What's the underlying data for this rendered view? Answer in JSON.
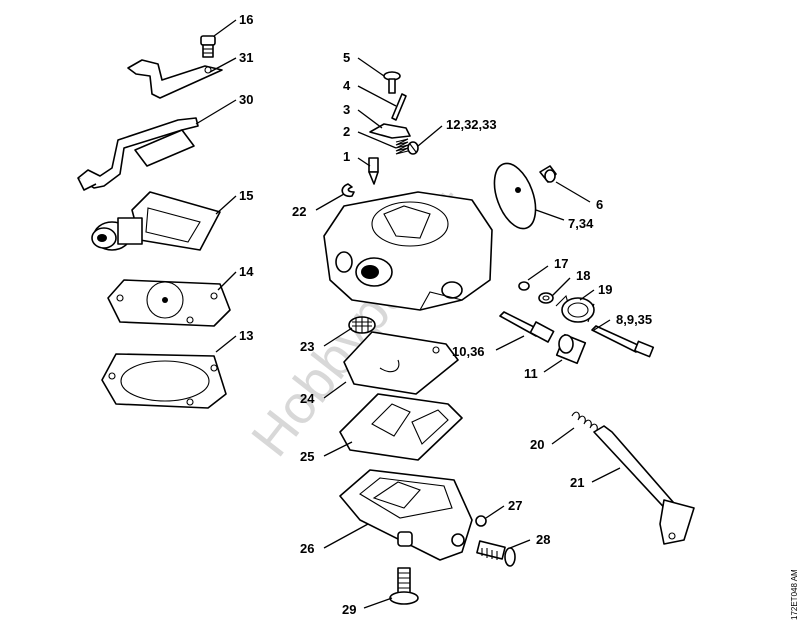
{
  "watermark": "Hobbyparts.it",
  "drawing_code": "172ET048 AM",
  "labels": {
    "p16": "16",
    "p31": "31",
    "p30": "30",
    "p15": "15",
    "p14": "14",
    "p13": "13",
    "p5": "5",
    "p4": "4",
    "p3": "3",
    "p2": "2",
    "p1": "1",
    "p12": "12,32,33",
    "p22": "22",
    "p6": "6",
    "p7": "7,34",
    "p17": "17",
    "p18": "18",
    "p19": "19",
    "p8": "8,9,35",
    "p23": "23",
    "p24": "24",
    "p10": "10,36",
    "p11": "11",
    "p25": "25",
    "p20": "20",
    "p21": "21",
    "p27": "27",
    "p26": "26",
    "p28": "28",
    "p29": "29"
  }
}
